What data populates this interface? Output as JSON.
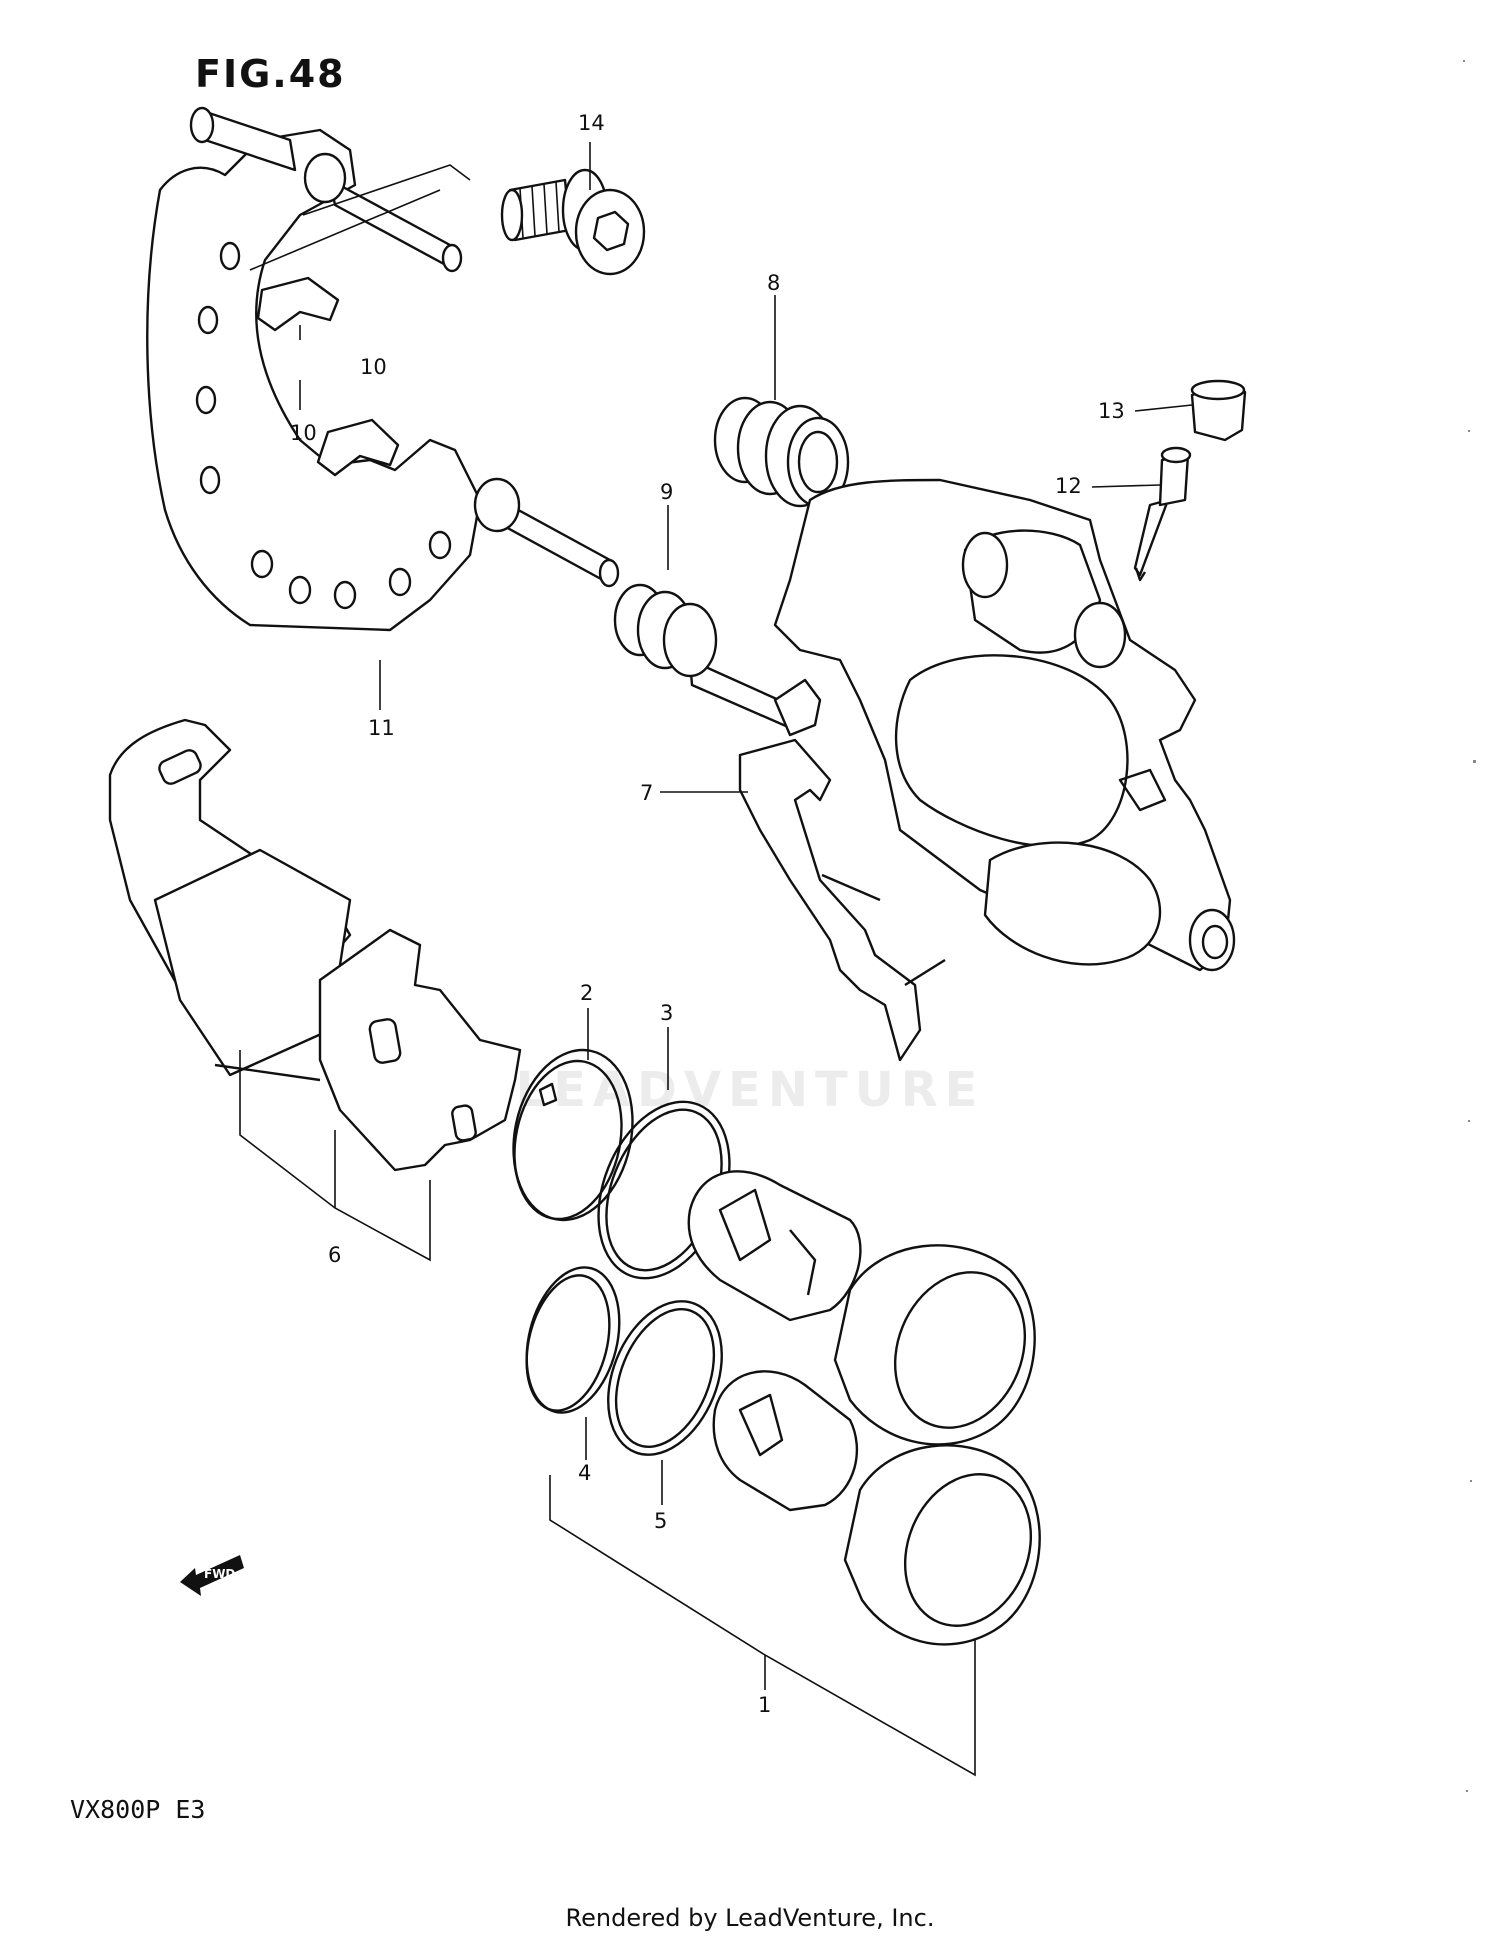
{
  "figure": {
    "title": "FIG.48",
    "model_code": "VX800P  E3",
    "credit": "Rendered by LeadVenture, Inc.",
    "watermark": "LEADVENTURE",
    "fwd_marker": "FWD"
  },
  "callouts": [
    "1",
    "2",
    "3",
    "4",
    "5",
    "6",
    "7",
    "8",
    "9",
    "10",
    "10",
    "11",
    "12",
    "13",
    "14"
  ]
}
